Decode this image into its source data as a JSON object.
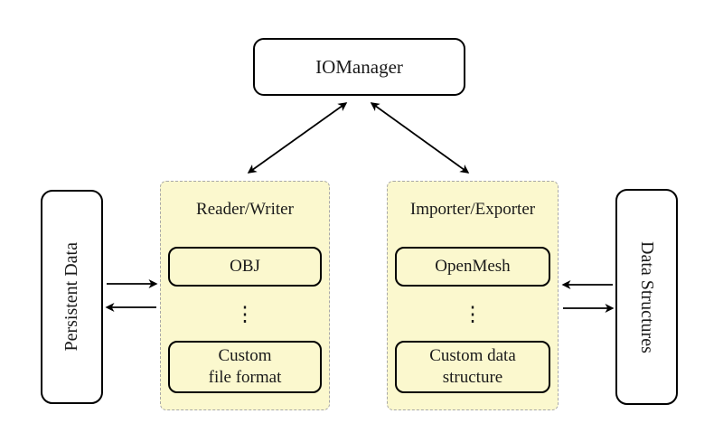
{
  "nodes": {
    "io_manager": {
      "label": "IOManager"
    },
    "persistent_data": {
      "label": "Persistent Data"
    },
    "data_structures": {
      "label": "Data Structures"
    }
  },
  "groups": {
    "reader_writer": {
      "title": "Reader/Writer",
      "items": [
        {
          "label": "OBJ"
        },
        {
          "label": "⋮",
          "type": "ellipsis"
        },
        {
          "line1": "Custom",
          "line2": "file format"
        }
      ]
    },
    "importer_exporter": {
      "title": "Importer/Exporter",
      "items": [
        {
          "label": "OpenMesh"
        },
        {
          "label": "⋮",
          "type": "ellipsis"
        },
        {
          "line1": "Custom data",
          "line2": "structure"
        }
      ]
    }
  },
  "connections": [
    {
      "from": "io_manager",
      "to": "reader_writer",
      "bidirectional": true
    },
    {
      "from": "io_manager",
      "to": "importer_exporter",
      "bidirectional": true
    },
    {
      "from": "persistent_data",
      "to": "reader_writer",
      "bidirectional": false
    },
    {
      "from": "reader_writer",
      "to": "persistent_data",
      "bidirectional": false
    },
    {
      "from": "data_structures",
      "to": "importer_exporter",
      "bidirectional": false
    },
    {
      "from": "importer_exporter",
      "to": "data_structures",
      "bidirectional": false
    }
  ],
  "colors": {
    "background": "#ffffff",
    "group_fill": "#fbf8ce",
    "group_border": "#a8a8a8",
    "node_fill": "#ffffff",
    "node_border": "#000000",
    "arrow": "#000000"
  }
}
